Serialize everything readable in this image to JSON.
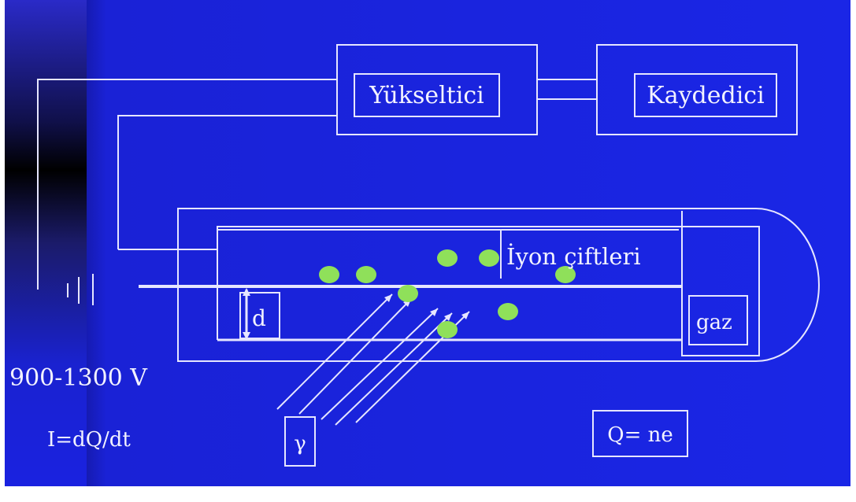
{
  "labels": {
    "amplifier": "Yükseltici",
    "recorder": "Kaydedici",
    "ion_pairs": "İyon çiftleri",
    "distance": "d",
    "gas": "gaz",
    "voltage": "900-1300 V",
    "current_formula": "I=dQ/dt",
    "gamma": "γ",
    "charge_formula": "Q= ne"
  },
  "colors": {
    "background": "#1a22e0",
    "line": "#e6e6ff",
    "ion": "#8fe05a",
    "text": "#f2f2ff"
  }
}
